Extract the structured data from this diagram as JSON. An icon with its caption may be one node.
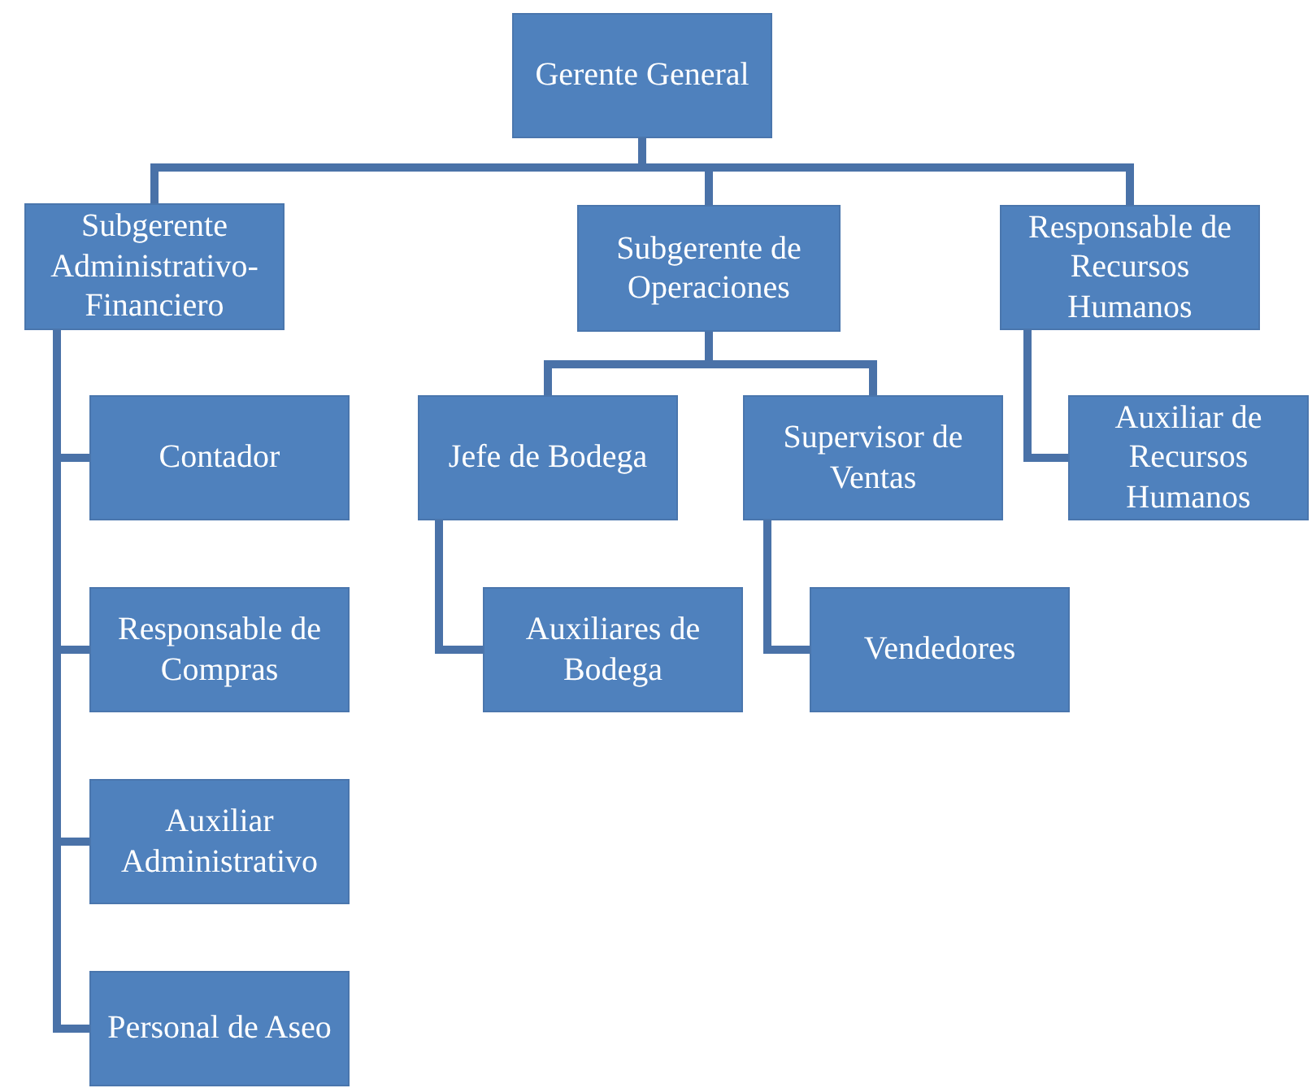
{
  "diagram": {
    "nodes": [
      {
        "text": [
          "Gerente General"
        ]
      },
      {
        "text": [
          "Subgerente Administrativo-Financiero"
        ]
      },
      {
        "text": [
          "Subgerente de Operaciones"
        ]
      },
      {
        "text": [
          "Responsable de Recursos Humanos"
        ]
      },
      {
        "text": [
          "Contador"
        ]
      },
      {
        "text": [
          "Responsable de Compras"
        ]
      },
      {
        "text": [
          "Auxiliar Administrativo"
        ]
      },
      {
        "text": [
          "Personal de Aseo"
        ]
      },
      {
        "text": [
          "Jefe de Bodega"
        ]
      },
      {
        "text": [
          "Supervisor de Ventas"
        ]
      },
      {
        "text": [
          "Auxiliares de Bodega"
        ]
      },
      {
        "text": [
          "Vendedores"
        ]
      },
      {
        "text": [
          "Auxiliar de Recursos Humanos"
        ]
      }
    ],
    "edges": [
      {
        "from": 0,
        "to": 1,
        "arrow": "none"
      },
      {
        "from": 0,
        "to": 2,
        "arrow": "none"
      },
      {
        "from": 0,
        "to": 3,
        "arrow": "none"
      },
      {
        "from": 1,
        "to": 4,
        "arrow": "none"
      },
      {
        "from": 1,
        "to": 5,
        "arrow": "none"
      },
      {
        "from": 1,
        "to": 6,
        "arrow": "none"
      },
      {
        "from": 1,
        "to": 7,
        "arrow": "none"
      },
      {
        "from": 2,
        "to": 8,
        "arrow": "none"
      },
      {
        "from": 2,
        "to": 9,
        "arrow": "none"
      },
      {
        "from": 8,
        "to": 10,
        "arrow": "none"
      },
      {
        "from": 9,
        "to": 11,
        "arrow": "none"
      },
      {
        "from": 3,
        "to": 12,
        "arrow": "none"
      }
    ]
  }
}
